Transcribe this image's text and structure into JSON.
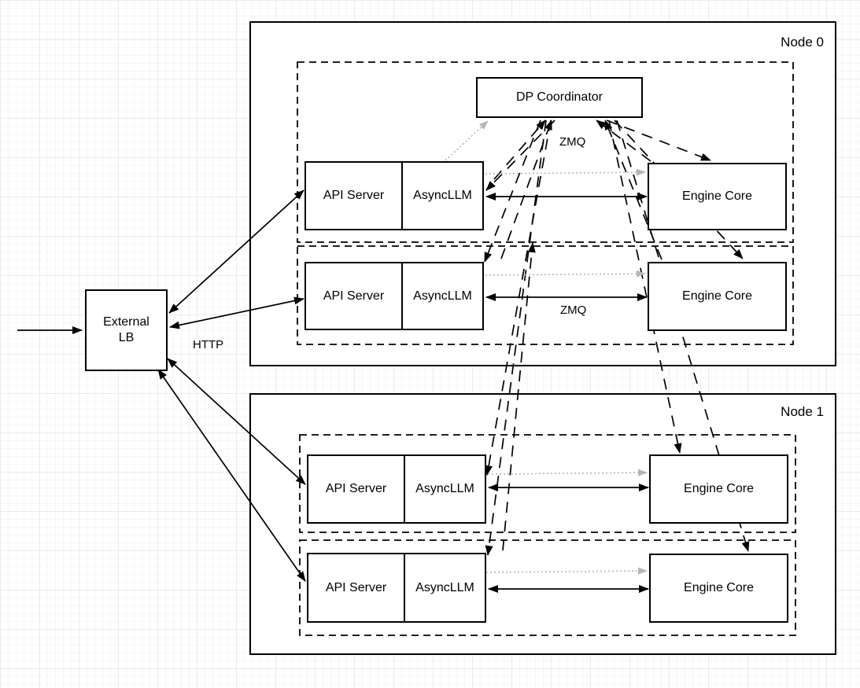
{
  "colors": {
    "stroke": "#000000",
    "gray_dotted": "#b5b5b5",
    "box_fill": "#ffffff"
  },
  "nodes": {
    "node0": "Node 0",
    "node1": "Node 1"
  },
  "boxes": {
    "external_lb_line1": "External",
    "external_lb_line2": "LB",
    "dp_coordinator": "DP Coordinator",
    "api_server": "API Server",
    "async_llm": "AsyncLLM",
    "engine_core": "Engine Core"
  },
  "edge_labels": {
    "http": "HTTP",
    "zmq_coordinator": "ZMQ",
    "zmq_engine": "ZMQ"
  },
  "connections": [
    {
      "from": "client",
      "to": "external-lb",
      "style": "solid-arrow"
    },
    {
      "from": "external-lb",
      "to": "node0-api-server-1",
      "style": "solid-bidirectional",
      "label": "HTTP"
    },
    {
      "from": "external-lb",
      "to": "node0-api-server-2",
      "style": "solid-bidirectional",
      "label": "HTTP"
    },
    {
      "from": "external-lb",
      "to": "node1-api-server-1",
      "style": "solid-bidirectional",
      "label": "HTTP"
    },
    {
      "from": "external-lb",
      "to": "node1-api-server-2",
      "style": "solid-bidirectional",
      "label": "HTTP"
    },
    {
      "from": "async_llm",
      "to": "engine_core",
      "style": "solid-bidirectional",
      "label": "ZMQ",
      "note": "one per replica row"
    },
    {
      "from": "async_llm",
      "to": "engine_core",
      "style": "gray-dotted-arrow",
      "note": "one per replica row"
    },
    {
      "from": "node0-async-llm-1",
      "to": "dp-coordinator",
      "style": "gray-dotted-arrow"
    },
    {
      "from": "async_llm",
      "to": "dp-coordinator",
      "style": "dashed-bidirectional",
      "label": "ZMQ"
    },
    {
      "from": "engine_core",
      "to": "dp-coordinator",
      "style": "dashed-bidirectional",
      "label": "ZMQ"
    }
  ]
}
